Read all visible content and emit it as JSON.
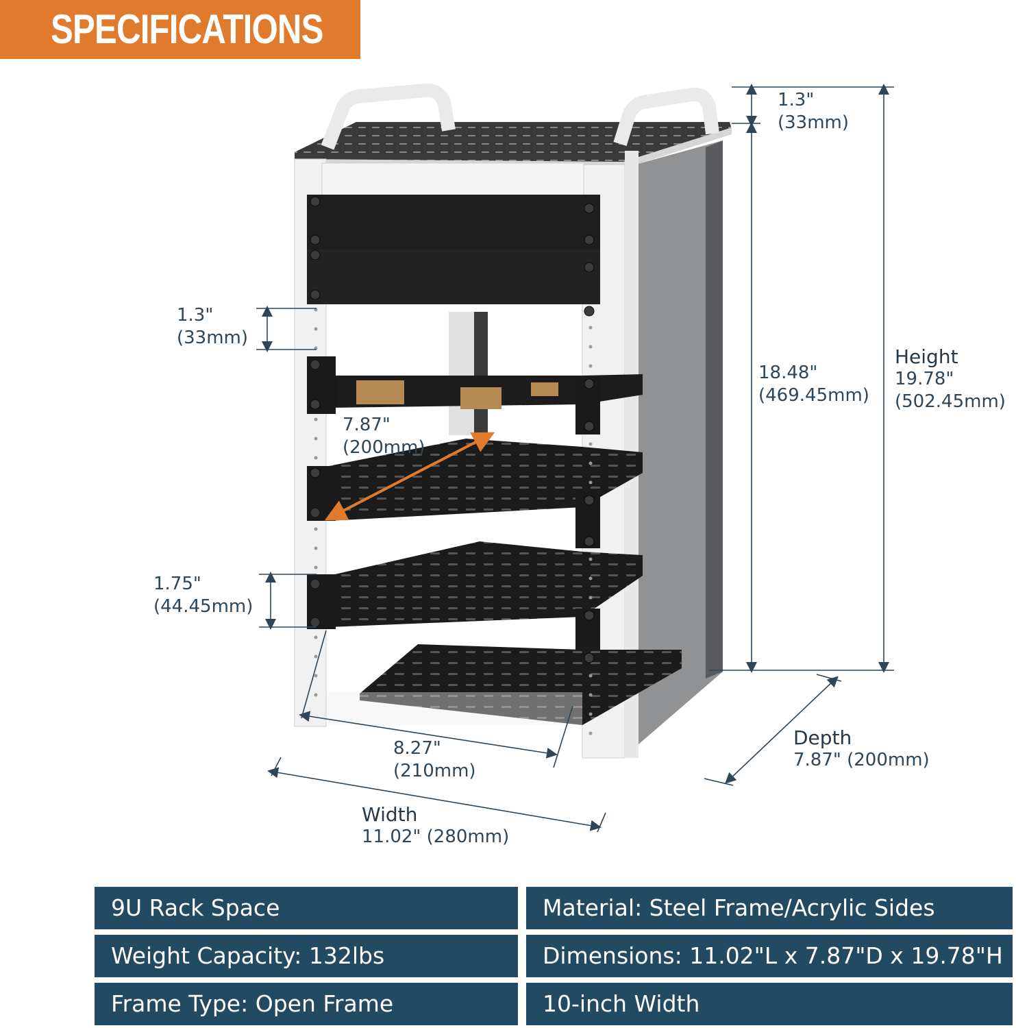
{
  "header": {
    "title": "SPECIFICATIONS"
  },
  "dimensions": {
    "top_gap": {
      "inches": "1.3\"",
      "mm": "(33mm)"
    },
    "inner_height": {
      "inches": "18.48\"",
      "mm": "(469.45mm)"
    },
    "height": {
      "title": "Height",
      "inches": "19.78\"",
      "mm": "(502.45mm)"
    },
    "shelf_gap": {
      "inches": "1.3\"",
      "mm": "(33mm)"
    },
    "shelf_depth": {
      "inches": "7.87\"",
      "mm": "(200mm)"
    },
    "unit_height": {
      "inches": "1.75\"",
      "mm": "(44.45mm)"
    },
    "inner_width": {
      "inches": "8.27\"",
      "mm": "(210mm)"
    },
    "width": {
      "title": "Width",
      "value": "11.02\" (280mm)"
    },
    "depth": {
      "title": "Depth",
      "value": "7.87\" (200mm)"
    }
  },
  "specs": [
    "9U Rack Space",
    "Material: Steel Frame/Acrylic Sides",
    "Weight Capacity: 132lbs",
    "Dimensions: 11.02\"L x 7.87\"D x 19.78\"H",
    "Frame Type: Open Frame",
    "10-inch Width"
  ],
  "colors": {
    "banner": "#e07a2c",
    "spec_cell": "#234a63",
    "dimension_text": "#2e4657",
    "arrow_accent": "#e07a2c"
  }
}
